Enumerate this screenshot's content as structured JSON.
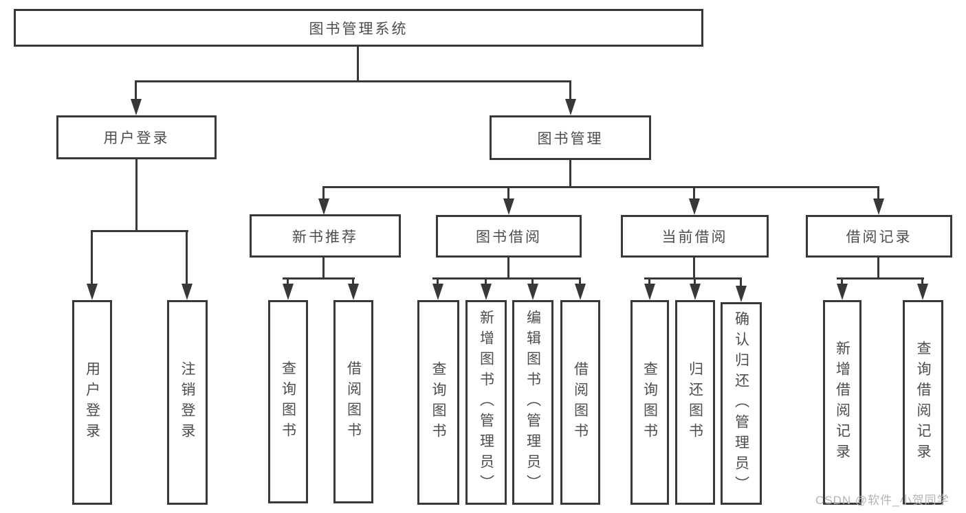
{
  "colors": {
    "line": "#383838",
    "text": "#4d4d4d",
    "watermark": "#b3b3b3",
    "background": "#ffffff"
  },
  "tree": {
    "root": {
      "label": "图书管理系统"
    },
    "branches": [
      {
        "label": "用户登录",
        "leaves": [
          {
            "label": "用户登录"
          },
          {
            "label": "注销登录"
          }
        ]
      },
      {
        "label": "图书管理",
        "groups": [
          {
            "label": "新书推荐",
            "leaves": [
              {
                "label": "查询图书"
              },
              {
                "label": "借阅图书"
              }
            ]
          },
          {
            "label": "图书借阅",
            "leaves": [
              {
                "label": "查询图书"
              },
              {
                "label": "新增图书（管理员）"
              },
              {
                "label": "编辑图书（管理员）"
              },
              {
                "label": "借阅图书"
              }
            ]
          },
          {
            "label": "当前借阅",
            "leaves": [
              {
                "label": "查询图书"
              },
              {
                "label": "归还图书"
              },
              {
                "label": "确认归还（管理员）"
              }
            ]
          },
          {
            "label": "借阅记录",
            "leaves": [
              {
                "label": "新增借阅记录"
              },
              {
                "label": "查询借阅记录"
              }
            ]
          }
        ]
      }
    ]
  },
  "watermark": {
    "text": "CSDN @软件_小贺同学"
  }
}
